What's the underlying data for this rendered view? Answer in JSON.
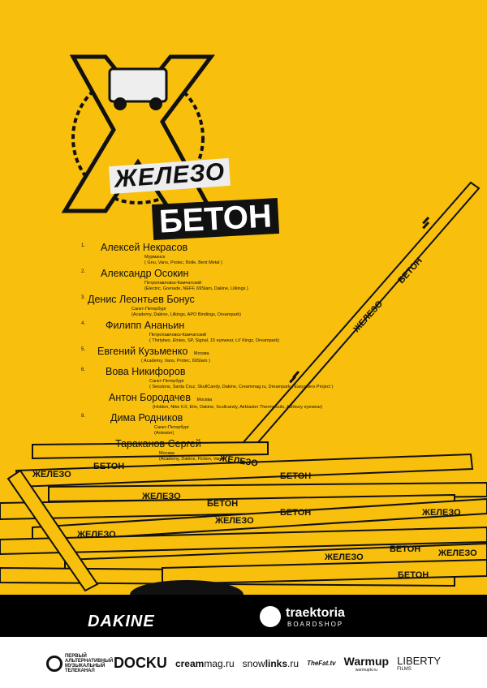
{
  "logo": {
    "word1": "ЖЕЛЕЗО",
    "word2": "БЕТОН"
  },
  "riders": [
    {
      "num": "1.",
      "name": "Алексей Некрасов",
      "city": "Мурманск",
      "sponsors": "( Gnu, Vans, Protec, Bolle, Bent Metal )"
    },
    {
      "num": "2.",
      "name": "Александр Осокин",
      "city": "Петропавловск-Камчатский",
      "sponsors": "(Electric, Grenade, NEFF, 69Slam, Dakine, Lilkings )"
    },
    {
      "num": "3.",
      "name": "Денис Леонтьев Бонус",
      "city": "Санкт-Петербург",
      "sponsors": "(Academy, Dakine, Lilkings, APO Bindings, Dreampark)"
    },
    {
      "num": "4.",
      "name": "Филипп Ананьин",
      "city": "Петропавловск-Камчатский",
      "sponsors": "( Thirtytwo, Etnies, SP, Signal, 15 eyewear, Lil' Kingz, Dreampark)"
    },
    {
      "num": "5.",
      "name": "Евгений Кузьменко",
      "city": "Москва",
      "sponsors": "( Academy, Vans, Protec, 69Slam )"
    },
    {
      "num": "6.",
      "name": "Вова Никифоров",
      "city": "Санкт-Петербург",
      "sponsors": "( Sessions, Santa Cruz, SkullCandy, Dakine, Creammag.ru, Dreampark , Easyriders Project )"
    },
    {
      "num": "",
      "name": "Антон Бородачев",
      "city": "Москва",
      "sponsors": "(Holden, Nike 6.0, Elm, Dakine, Scullcandy, Airblaster Thermosuits, Ashbury eyewear)"
    },
    {
      "num": "8.",
      "name": "Дима Родников",
      "city": "Санкт-Петербург",
      "sponsors": "(Anteater)"
    },
    {
      "num": "",
      "name": "Тараканов Сергей",
      "city": "Москва",
      "sponsors": "(Academy, Dakine, Fiction, Vans)"
    }
  ],
  "beam_labels": {
    "a": "ЖЕЛЕЗО",
    "b": "БЕТОН"
  },
  "band": {
    "dakine": "DAKINE",
    "traktoria": "traektoria",
    "traktoria_sub": "BOARDSHOP"
  },
  "sponsors": {
    "channel": "ПЕРВЫЙ АЛЬТЕРНАТИВНЫЙ МУЗЫКАЛЬНЫЙ ТЕЛЕКАНАЛ",
    "docku": "DOCKU",
    "creammag_a": "cream",
    "creammag_b": "mag.ru",
    "snowlinks_a": "snow",
    "snowlinks_b": "links",
    "snowlinks_c": ".ru",
    "thefat": "TheFat.tv",
    "warmup": "Warmup",
    "warmup_sub": "warmuptv.ru",
    "liberty": "LIBERTY",
    "liberty_sub": "FILMS"
  },
  "colors": {
    "background": "#f8bf0c",
    "band": "#000000"
  }
}
